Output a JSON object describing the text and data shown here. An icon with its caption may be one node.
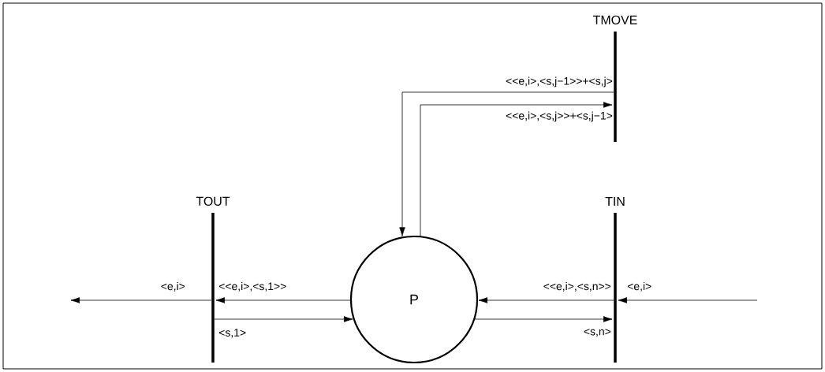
{
  "diagram": {
    "nodes": [
      {
        "text": [
          "TMOVE"
        ]
      },
      {
        "text": [
          "TOUT"
        ]
      },
      {
        "text": [
          "P"
        ]
      },
      {
        "text": [
          "TIN"
        ]
      }
    ],
    "edges": [
      {
        "from": 0,
        "to": 2,
        "arrow": "to",
        "label": "<<e,i>,<s,j−1>>+<s,j>"
      },
      {
        "from": 2,
        "to": 0,
        "arrow": "to",
        "label": "<<e,i>,<s,j>>+<s,j−1>"
      },
      {
        "from": 1,
        "to": null,
        "arrow": "to",
        "label": "<e,i>"
      },
      {
        "from": 2,
        "to": 1,
        "arrow": "to",
        "label": "<<e,i>,<s,1>>"
      },
      {
        "from": 1,
        "to": 2,
        "arrow": "to",
        "label": "<s,1>"
      },
      {
        "from": 3,
        "to": 2,
        "arrow": "to",
        "label": "<<e,i>,<s,n>>"
      },
      {
        "from": 2,
        "to": 3,
        "arrow": "to",
        "label": "<s,n>"
      },
      {
        "from": null,
        "to": 3,
        "arrow": "to",
        "label": "<e,i>"
      }
    ]
  }
}
